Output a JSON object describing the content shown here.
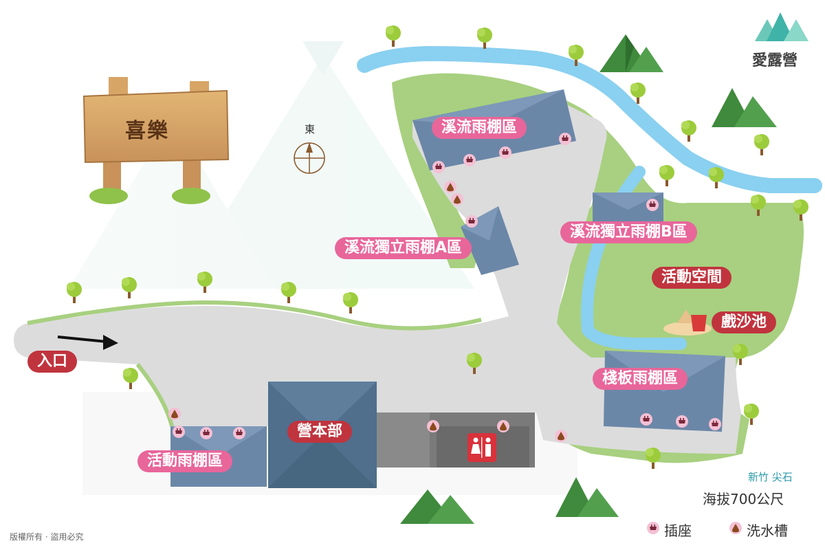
{
  "map": {
    "sign": "喜樂",
    "compass": "東",
    "entrance": "入口",
    "areas": {
      "stream_canopy": "溪流雨棚區",
      "stream_a": "溪流獨立雨棚A區",
      "stream_b": "溪流獨立雨棚B區",
      "activity_space": "活動空間",
      "sandpit": "戲沙池",
      "deck_canopy": "棧板雨棚區",
      "headquarters": "營本部",
      "activity_canopy": "活動雨棚區"
    },
    "brand": "愛露營",
    "region": "新竹 尖石",
    "elevation": "海拔700公尺",
    "legend": {
      "socket": "插座",
      "sink": "洗水槽"
    },
    "copyright": "版權所有 · 盜用必究"
  },
  "colors": {
    "road": "#dcdcdc",
    "grass": "#a8d080",
    "river": "#8ad0f0",
    "roof": "#6b87a8",
    "label_pink": "#e8669a",
    "label_red": "#c0343e",
    "mountain": "#3f8a3c"
  }
}
